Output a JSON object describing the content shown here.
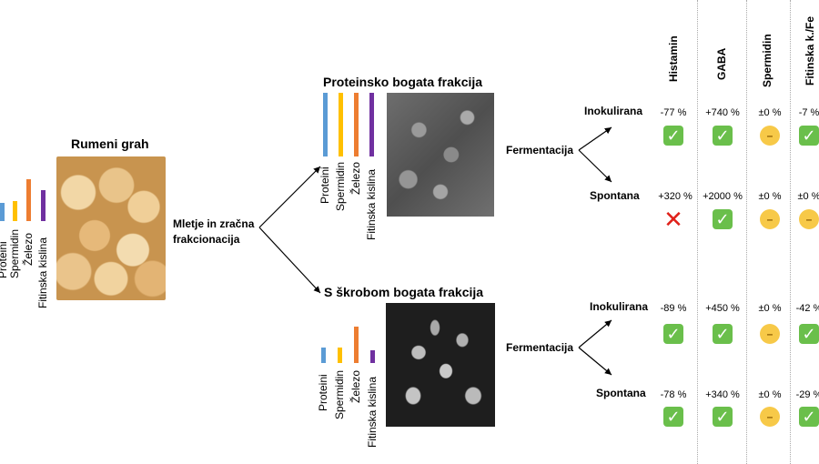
{
  "source": {
    "title": "Rumeni grah",
    "bars": [
      {
        "label": "Proteini",
        "level": 0.2,
        "color": "#5b9bd5"
      },
      {
        "label": "Spermidin",
        "level": 0.22,
        "color": "#ffc000"
      },
      {
        "label": "Železo",
        "level": 0.55,
        "color": "#ed7d31"
      },
      {
        "label": "Fitinska kislina",
        "level": 0.45,
        "color": "#7030a0"
      }
    ]
  },
  "process": {
    "label": "Mletje in zračna frakcionacija"
  },
  "fractions": [
    {
      "title": "Proteinsko bogata frakcija",
      "bars": [
        {
          "label": "Proteini",
          "level": 1.0,
          "color": "#5b9bd5"
        },
        {
          "label": "Spermidin",
          "level": 1.0,
          "color": "#ffc000"
        },
        {
          "label": "Železo",
          "level": 1.0,
          "color": "#ed7d31"
        },
        {
          "label": "Fitinska kislina",
          "level": 1.0,
          "color": "#7030a0"
        }
      ],
      "fermentation": "Fermentacija",
      "rows": [
        {
          "name": "Inokulirana",
          "values": [
            "-77 %",
            "+740 %",
            "±0 %",
            "-7 %"
          ],
          "icons": [
            "check-icon",
            "check-icon",
            "neutral-face-icon",
            "check-icon"
          ]
        },
        {
          "name": "Spontana",
          "values": [
            "+320 %",
            "+2000 %",
            "±0 %",
            "±0 %"
          ],
          "icons": [
            "cross-icon",
            "check-icon",
            "neutral-face-icon",
            "neutral-face-icon"
          ]
        }
      ]
    },
    {
      "title": "S škrobom bogata frakcija",
      "bars": [
        {
          "label": "Proteini",
          "level": 0.4,
          "color": "#5b9bd5"
        },
        {
          "label": "Spermidin",
          "level": 0.4,
          "color": "#ffc000"
        },
        {
          "label": "Železo",
          "level": 1.0,
          "color": "#ed7d31"
        },
        {
          "label": "Fitinska kislina",
          "level": 0.35,
          "color": "#7030a0"
        }
      ],
      "fermentation": "Fermentacija",
      "rows": [
        {
          "name": "Inokulirana",
          "values": [
            "-89 %",
            "+450 %",
            "±0 %",
            "-42 %"
          ],
          "icons": [
            "check-icon",
            "check-icon",
            "neutral-face-icon",
            "check-icon"
          ]
        },
        {
          "name": "Spontana",
          "values": [
            "-78 %",
            "+340 %",
            "±0 %",
            "-29 %"
          ],
          "icons": [
            "check-icon",
            "check-icon",
            "neutral-face-icon",
            "check-icon"
          ]
        }
      ]
    }
  ],
  "columns": [
    "Histamin",
    "GABA",
    "Spermidin",
    "Fitinska k./Fe"
  ]
}
